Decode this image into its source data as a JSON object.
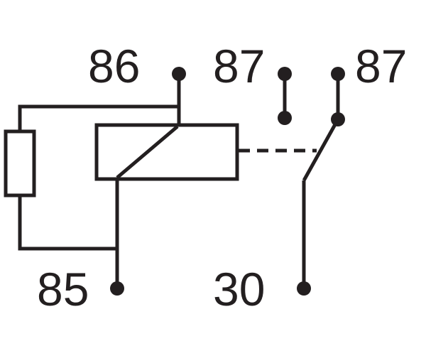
{
  "colors": {
    "ink": "#231f20",
    "background": "#ffffff"
  },
  "terminals": {
    "t86": {
      "label": "86"
    },
    "t87a": {
      "label": "87"
    },
    "t87b": {
      "label": "87"
    },
    "t85": {
      "label": "85"
    },
    "t30": {
      "label": "30"
    }
  }
}
